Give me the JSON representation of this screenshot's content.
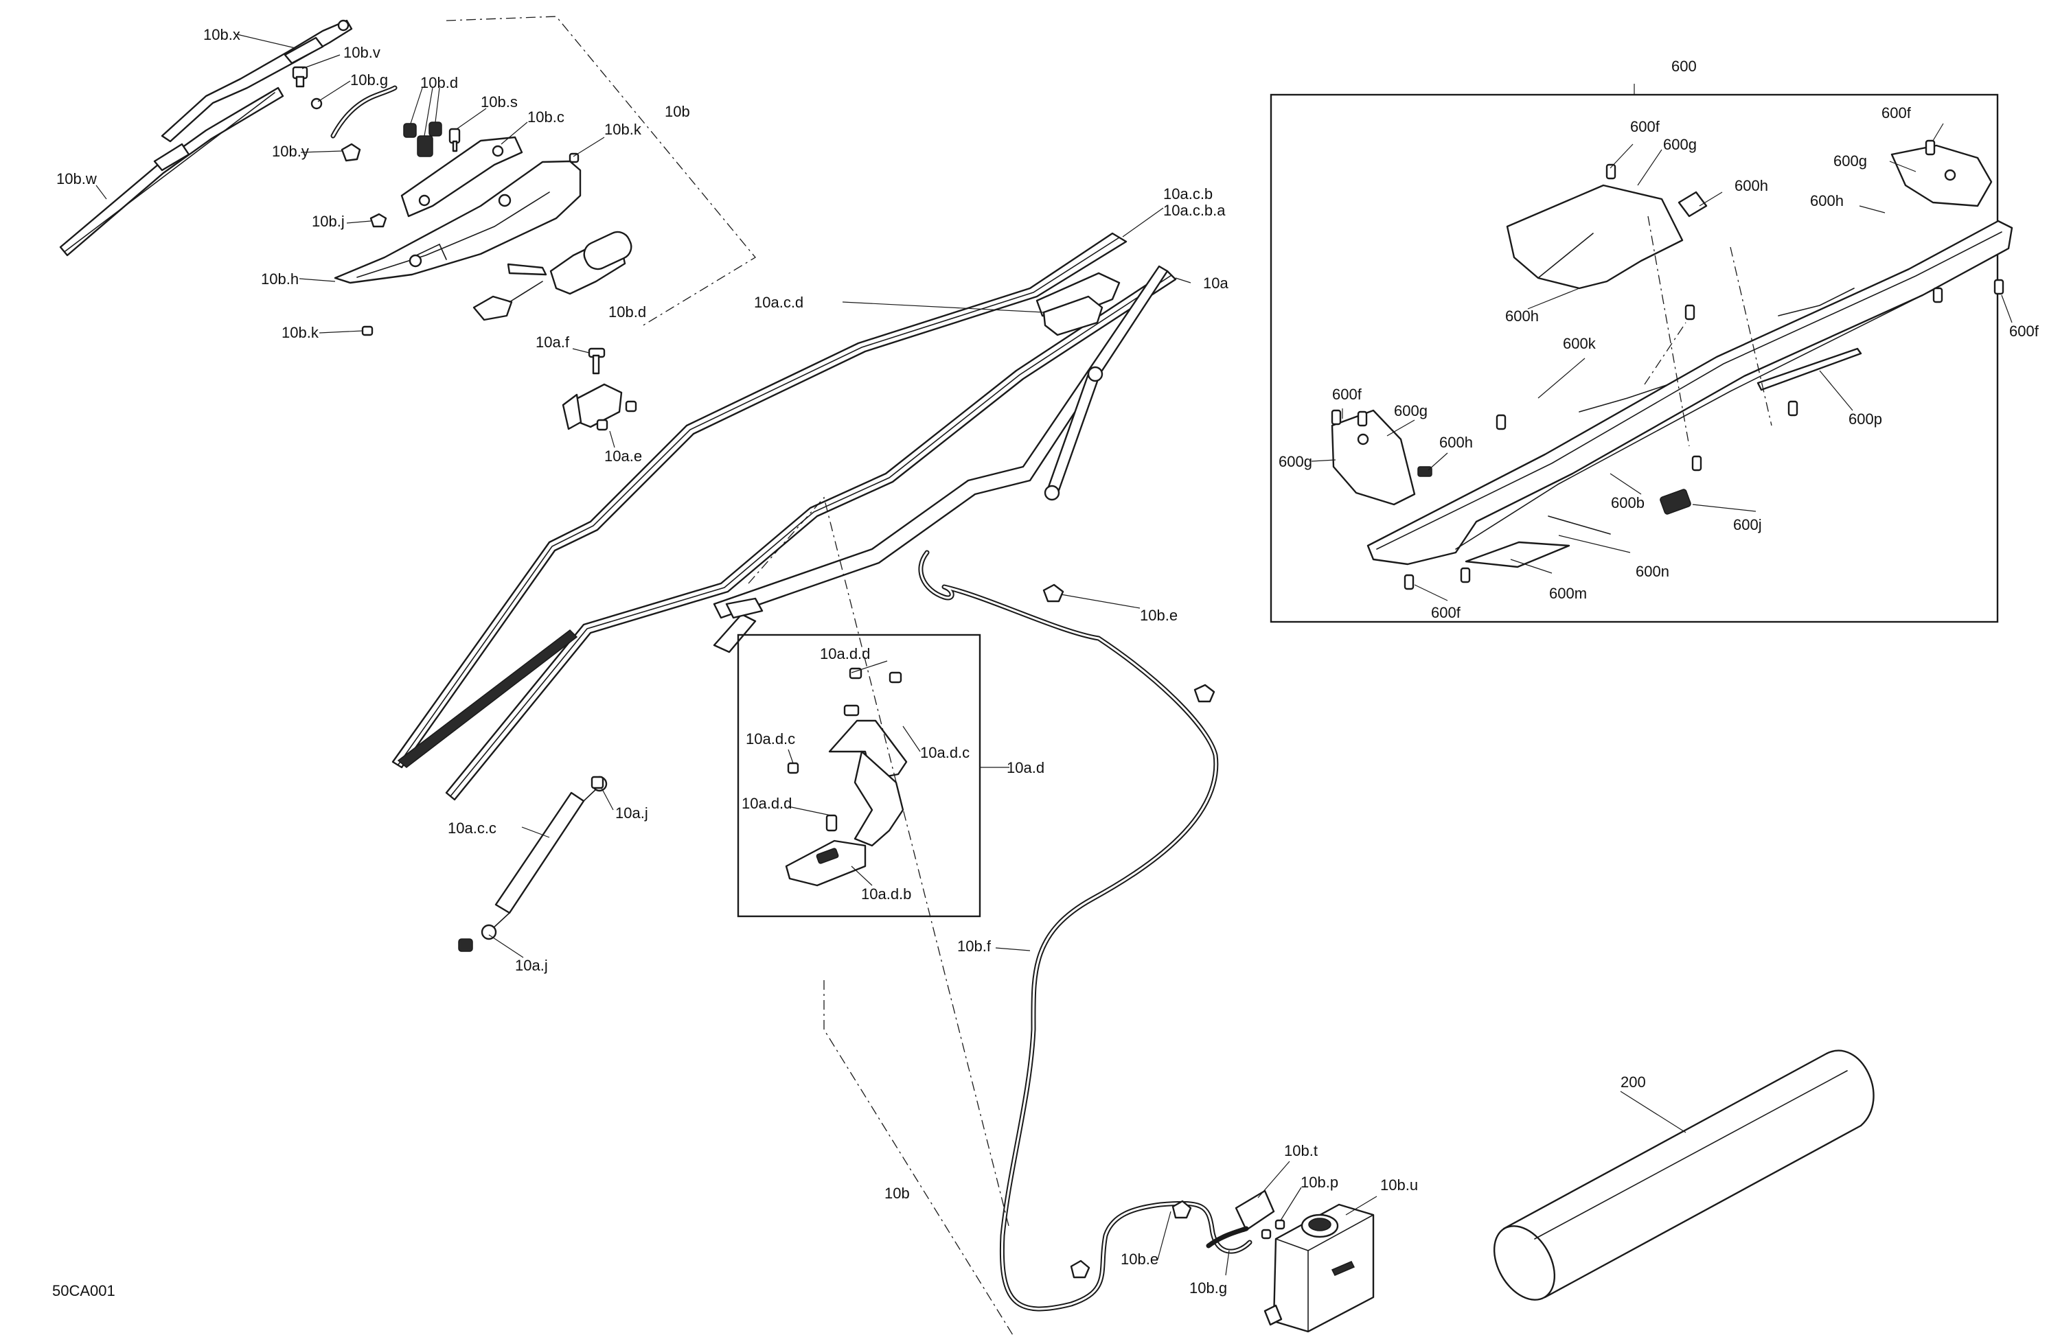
{
  "drawing_id": "50CA001",
  "labels": {
    "b_x": "10b.x",
    "b_v": "10b.v",
    "b_g_top": "10b.g",
    "b_d_top": "10b.d",
    "b_s": "10b.s",
    "b_c": "10b.c",
    "b_k_top": "10b.k",
    "b_y": "10b.y",
    "b_w": "10b.w",
    "b_j": "10b.j",
    "b_h": "10b.h",
    "b_d_motor": "10b.d",
    "b_k_bot": "10b.k",
    "b_group": "10b",
    "a_cb": "10a.c.b",
    "a_cba": "10a.c.b.a",
    "a_cd": "10a.c.d",
    "a": "10a",
    "a_f": "10a.f",
    "a_e": "10a.e",
    "b_e_top": "10b.e",
    "add": "10a.d.d",
    "adc_l": "10a.d.c",
    "adc_r": "10a.d.c",
    "ad": "10a.d",
    "add2": "10a.d.d",
    "adb": "10a.d.b",
    "acc": "10a.c.c",
    "aj_top": "10a.j",
    "aj_bot": "10a.j",
    "b_f": "10b.f",
    "b_group_bot": "10b",
    "b_t": "10b.t",
    "b_p": "10b.p",
    "b_u": "10b.u",
    "b_e_bot": "10b.e",
    "b_g_bot": "10b.g",
    "p600": "600",
    "p600f_a": "600f",
    "p600g_a": "600g",
    "p600h_a": "600h",
    "p600h_b": "600h",
    "p600f_b": "600f",
    "p600g_b": "600g",
    "p600h_c": "600h",
    "p600f_c": "600f",
    "p600k": "600k",
    "p600p": "600p",
    "p600f_d": "600f",
    "p600g_c": "600g",
    "p600g_d": "600g",
    "p600h_d": "600h",
    "p600b": "600b",
    "p600j": "600j",
    "p600n": "600n",
    "p600m": "600m",
    "p600f_e": "600f",
    "p200": "200"
  }
}
